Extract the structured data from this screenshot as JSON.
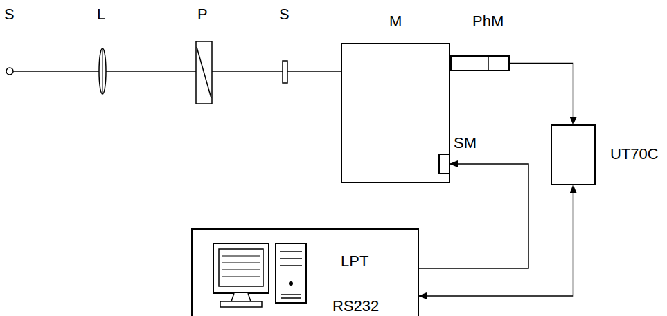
{
  "diagram": {
    "nodes": [
      {
        "text": [
          "M"
        ]
      },
      {
        "text": [
          "PhM"
        ]
      },
      {
        "text": [
          "SM"
        ]
      },
      {
        "text": [
          "UT70C"
        ]
      },
      {
        "text": [
          "LPT",
          "RS232"
        ]
      }
    ],
    "edges": [
      {
        "from": 1,
        "to": 3,
        "arrow": "to"
      },
      {
        "from": 4,
        "to": 2,
        "arrow": "to"
      },
      {
        "from": 3,
        "to": 4,
        "arrow": "both"
      }
    ],
    "labels": [
      "S",
      "L",
      "P",
      "S"
    ]
  }
}
